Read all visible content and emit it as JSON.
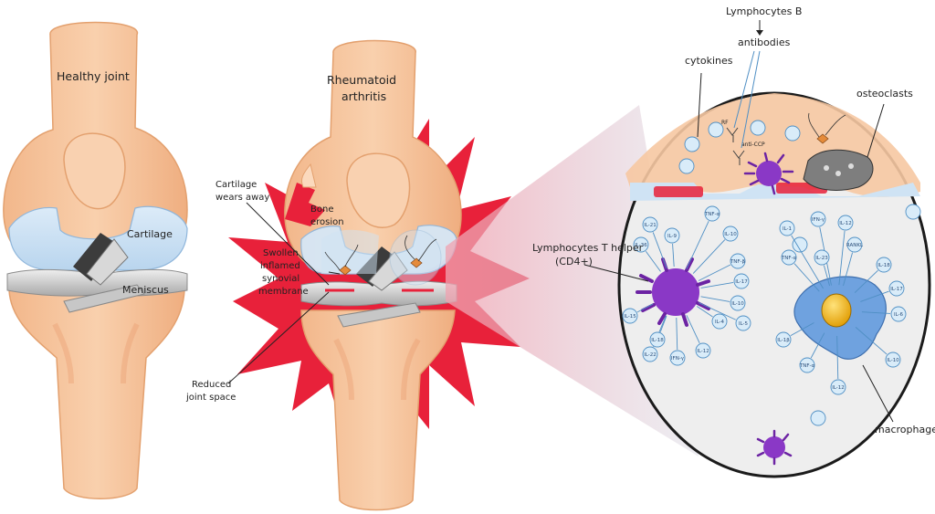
{
  "healthy": {
    "title": "Healthy joint",
    "cartilage": "Cartilage",
    "meniscus": "Meniscus"
  },
  "ra": {
    "title_line1": "Rheumatoid",
    "title_line2": "arthritis",
    "cartilage_line1": "Cartilage",
    "cartilage_line2": "wears away",
    "bone_line1": "Bone",
    "bone_line2": "erosion",
    "swollen_line1": "Swollen",
    "swollen_line2": "inflamed",
    "swollen_line3": "synovial",
    "swollen_line4": "membrane",
    "reduced_line1": "Reduced",
    "reduced_line2": "joint space"
  },
  "zoom": {
    "lymph_b": "Lymphocytes B",
    "antibodies": "antibodies",
    "cytokines": "cytokines",
    "osteoclasts": "osteoclasts",
    "th_line1": "Lymphocytes T helper",
    "th_line2": "(CD4+)",
    "macrophage": "macrophage",
    "rf": "RF",
    "anti_ccp": "anti-CCP",
    "th_cytokines": [
      "IL-21",
      "IL-36",
      "IL-9",
      "TNF-α",
      "IL-10",
      "IL-15",
      "IL-22",
      "IFN-γ",
      "IL-12",
      "IL-4",
      "IL-5",
      "IL-10",
      "IL-17",
      "TNF-β",
      "IL-18"
    ],
    "mac_cytokines": [
      "IL-1",
      "IFN-γ",
      "TNF-α",
      "IL-23",
      "RANKL",
      "IL-18",
      "IL-17",
      "IL-6",
      "IL-10",
      "IL-12",
      "IL-1β",
      "TNF-α",
      "IL-12"
    ]
  },
  "colors": {
    "bone": "#f6c39a",
    "bone_dark": "#e59a67",
    "cartilage": "#cfe3f4",
    "meniscus": "#cfcfcf",
    "inflammation": "#e8213a",
    "cytokine_fill": "#d9ecf9",
    "cytokine_stroke": "#4f8fc4",
    "lymphocyte": "#8a38c6",
    "macrophage": "#6fa2df"
  }
}
